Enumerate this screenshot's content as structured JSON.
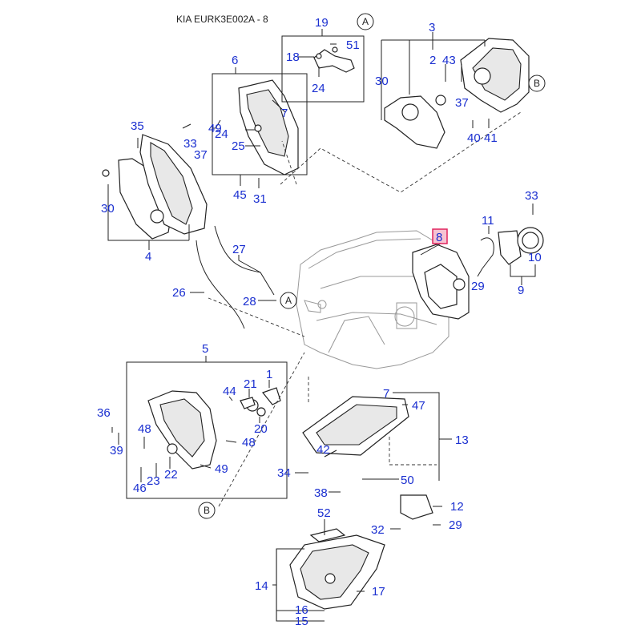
{
  "title": "KIA EURK3E002A - 8",
  "highlighted_label": "8",
  "reference_markers": [
    "A",
    "A",
    "B",
    "B"
  ],
  "callouts": [
    "19",
    "51",
    "18",
    "24",
    "3",
    "2",
    "43",
    "30",
    "37",
    "40",
    "41",
    "6",
    "7",
    "24",
    "49",
    "25",
    "45",
    "31",
    "35",
    "33",
    "37",
    "30",
    "4",
    "33",
    "11",
    "10",
    "9",
    "29",
    "27",
    "26",
    "28",
    "5",
    "1",
    "21",
    "44",
    "20",
    "36",
    "39",
    "48",
    "48",
    "22",
    "23",
    "46",
    "49",
    "7",
    "47",
    "13",
    "42",
    "34",
    "50",
    "38",
    "12",
    "52",
    "32",
    "29",
    "14",
    "17",
    "16",
    "15"
  ],
  "colors": {
    "callout": "#1a2fd0",
    "highlight_border": "#e0245e",
    "highlight_fill": "#f6c3d2",
    "line": "#222222"
  }
}
